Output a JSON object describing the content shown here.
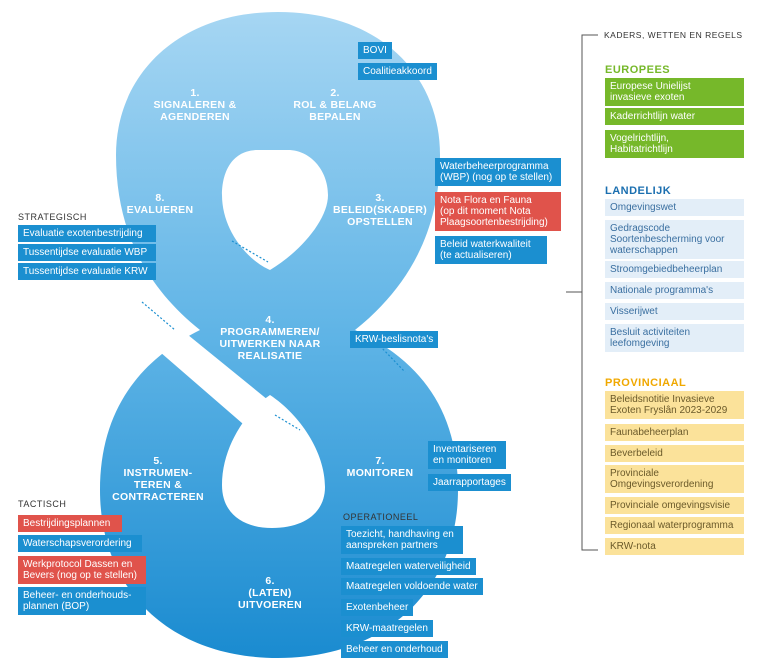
{
  "stages": {
    "s1": [
      "1.",
      "SIGNALEREN &",
      "AGENDEREN"
    ],
    "s2": [
      "2.",
      "ROL & BELANG",
      "BEPALEN"
    ],
    "s3": [
      "3.",
      "BELEID(SKADER)",
      "OPSTELLEN"
    ],
    "s4": [
      "4.",
      "PROGRAMMEREN/",
      "UITWERKEN NAAR",
      "REALISATIE"
    ],
    "s5": [
      "5.",
      "INSTRUMEN-",
      "TEREN &",
      "CONTRACTEREN"
    ],
    "s6": [
      "6.",
      "(LATEN)",
      "UITVOEREN"
    ],
    "s7": [
      "7.",
      "MONITOREN"
    ],
    "s8": [
      "8.",
      "EVALUEREN"
    ]
  },
  "levels": {
    "strategisch": "STRATEGISCH",
    "tactisch": "TACTISCH",
    "operationeel": "OPERATIONEEL"
  },
  "boxes": {
    "bovi": "BOVI",
    "coalitieakkoord": "Coalitieakkoord",
    "wbp_1": "Waterbeheerprogramma",
    "wbp_2": "(WBP) (nog op te stellen)",
    "nota_ff_1": "Nota Flora en Fauna",
    "nota_ff_2": "(op dit moment Nota",
    "nota_ff_3": "Plaagsoortenbestrijding)",
    "beleid_wk_1": "Beleid waterkwaliteit",
    "beleid_wk_2": "(te actualiseren)",
    "krw_beslisnota": "KRW-beslisnota's",
    "evaluatie_exoten": "Evaluatie exotenbestrijding",
    "tussentijdse_wbp": "Tussentijdse evaluatie WBP",
    "tussentijdse_krw": "Tussentijdse evaluatie KRW",
    "inventariseren_1": "Inventariseren",
    "inventariseren_2": "en monitoren",
    "jaarrapportages": "Jaarrapportages",
    "bestrijdingsplannen": "Bestrijdingsplannen",
    "waterschapsverordering": "Waterschapsverordering",
    "werkprotocol_1": "Werkprotocol Dassen en",
    "werkprotocol_2": "Bevers (nog op te stellen)",
    "bop_1": "Beheer- en onderhouds-",
    "bop_2": "plannen (BOP)",
    "toezicht_1": "Toezicht, handhaving en",
    "toezicht_2": "aanspreken partners",
    "maatregelen_veiligheid": "Maatregelen waterveiligheid",
    "maatregelen_voldoende": "Maatregelen voldoende water",
    "exotenbeheer": "Exotenbeheer",
    "krw_maatregelen": "KRW-maatregelen",
    "beheer_onderhoud": "Beheer en onderhoud"
  },
  "right": {
    "title": "KADERS, WETTEN EN REGELS",
    "europees": {
      "heading": "EUROPEES",
      "items": [
        [
          "Europese Unielijst",
          "invasieve exoten"
        ],
        [
          "Kaderrichtlijn water"
        ],
        [
          "Vogelrichtlijn,",
          "Habitatrichtlijn"
        ]
      ]
    },
    "landelijk": {
      "heading": "LANDELIJK",
      "items": [
        [
          "Omgevingswet"
        ],
        [
          "Gedragscode",
          "Soortenbescherming voor",
          "waterschappen"
        ],
        [
          "Stroomgebiedbeheerplan"
        ],
        [
          "Nationale programma's"
        ],
        [
          "Visserijwet"
        ],
        [
          "Besluit activiteiten",
          "leefomgeving"
        ]
      ]
    },
    "provinciaal": {
      "heading": "PROVINCIAAL",
      "items": [
        [
          "Beleidsnotitie Invasieve",
          "Exoten Fryslân 2023-2029"
        ],
        [
          "Faunabeheerplan"
        ],
        [
          "Beverbeleid"
        ],
        [
          "Provinciale",
          "Omgevingsverordening"
        ],
        [
          "Provinciale omgevingsvisie"
        ],
        [
          "Regionaal waterprogramma"
        ],
        [
          "KRW-nota"
        ]
      ]
    }
  },
  "colors": {
    "figure_top": "#9fd3f2",
    "figure_bottom": "#1d8fd2",
    "box_blue": "#1b8fd0",
    "box_red": "#e0534b",
    "europees": "#76b82a",
    "landelijk_bg": "#e3eef8",
    "landelijk_text": "#3a6fa0",
    "provinciaal_bg": "#fbe29a",
    "provinciaal_heading": "#f0a800",
    "landelijk_heading": "#1b6fb0"
  }
}
